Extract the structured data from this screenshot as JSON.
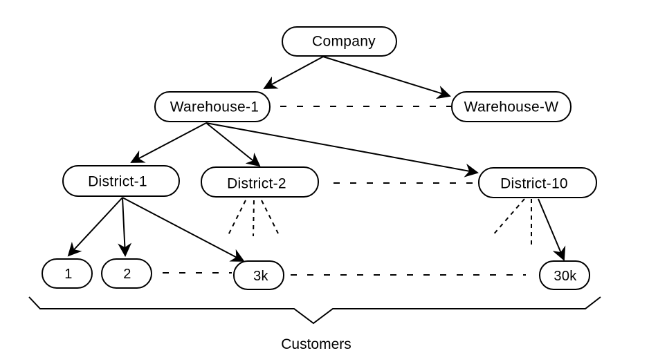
{
  "nodes": {
    "company": "Company",
    "warehouse_1": "Warehouse-1",
    "warehouse_w": "Warehouse-W",
    "district_1": "District-1",
    "district_2": "District-2",
    "district_10": "District-10",
    "customer_1": "1",
    "customer_2": "2",
    "customer_3k": "3k",
    "customer_30k": "30k"
  },
  "brace_label": "Customers",
  "colors": {
    "stroke": "#000000",
    "background": "#ffffff"
  }
}
